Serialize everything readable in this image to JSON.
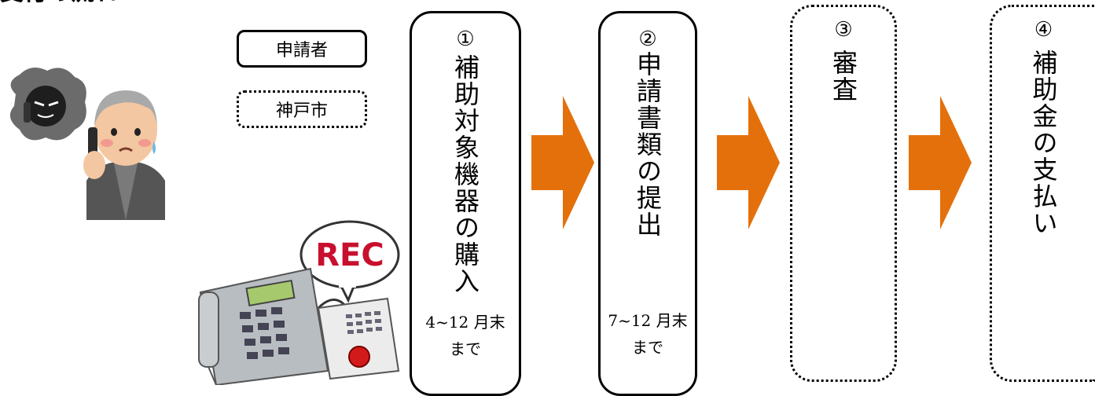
{
  "page": {
    "title": "受付の流れ"
  },
  "legend": {
    "applicant": "申請者",
    "city": "神戸市"
  },
  "steps": [
    {
      "number": "①",
      "text": "補助対象機器の購入",
      "period": "4~12 月末\nまで",
      "owner": "申請者"
    },
    {
      "number": "②",
      "text": "申請書類の提出",
      "period": "7~12 月末\nまで",
      "owner": "申請者"
    },
    {
      "number": "③",
      "text": "審査",
      "owner": "神戸市"
    },
    {
      "number": "④",
      "text": "補助金の支払い",
      "owner": "神戸市"
    }
  ],
  "colors": {
    "arrow": "#E4700C",
    "border": "#000000"
  },
  "icons": [
    "scam-call-caller-illustration",
    "recording-telephone-illustration"
  ],
  "rec_label": "REC"
}
